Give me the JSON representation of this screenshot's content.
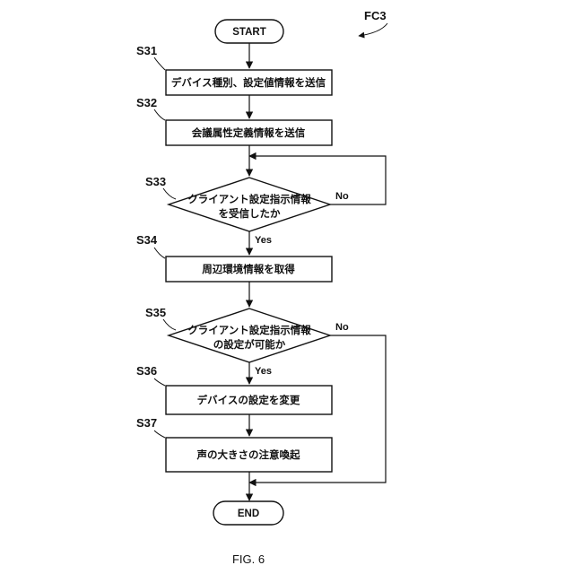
{
  "figure_ref": "FC3",
  "figure_caption": "FIG. 6",
  "terminals": {
    "start": "START",
    "end": "END"
  },
  "steps": {
    "s31": {
      "id": "S31",
      "text": "デバイス種別、設定値情報を送信"
    },
    "s32": {
      "id": "S32",
      "text": "会議属性定義情報を送信"
    },
    "s33": {
      "id": "S33",
      "line1": "クライアント設定指示情報",
      "line2": "を受信したか",
      "yes": "Yes",
      "no": "No"
    },
    "s34": {
      "id": "S34",
      "text": "周辺環境情報を取得"
    },
    "s35": {
      "id": "S35",
      "line1": "クライアント設定指示情報",
      "line2": "の設定が可能か",
      "yes": "Yes",
      "no": "No"
    },
    "s36": {
      "id": "S36",
      "text": "デバイスの設定を変更"
    },
    "s37": {
      "id": "S37",
      "text": "声の大きさの注意喚起"
    }
  }
}
